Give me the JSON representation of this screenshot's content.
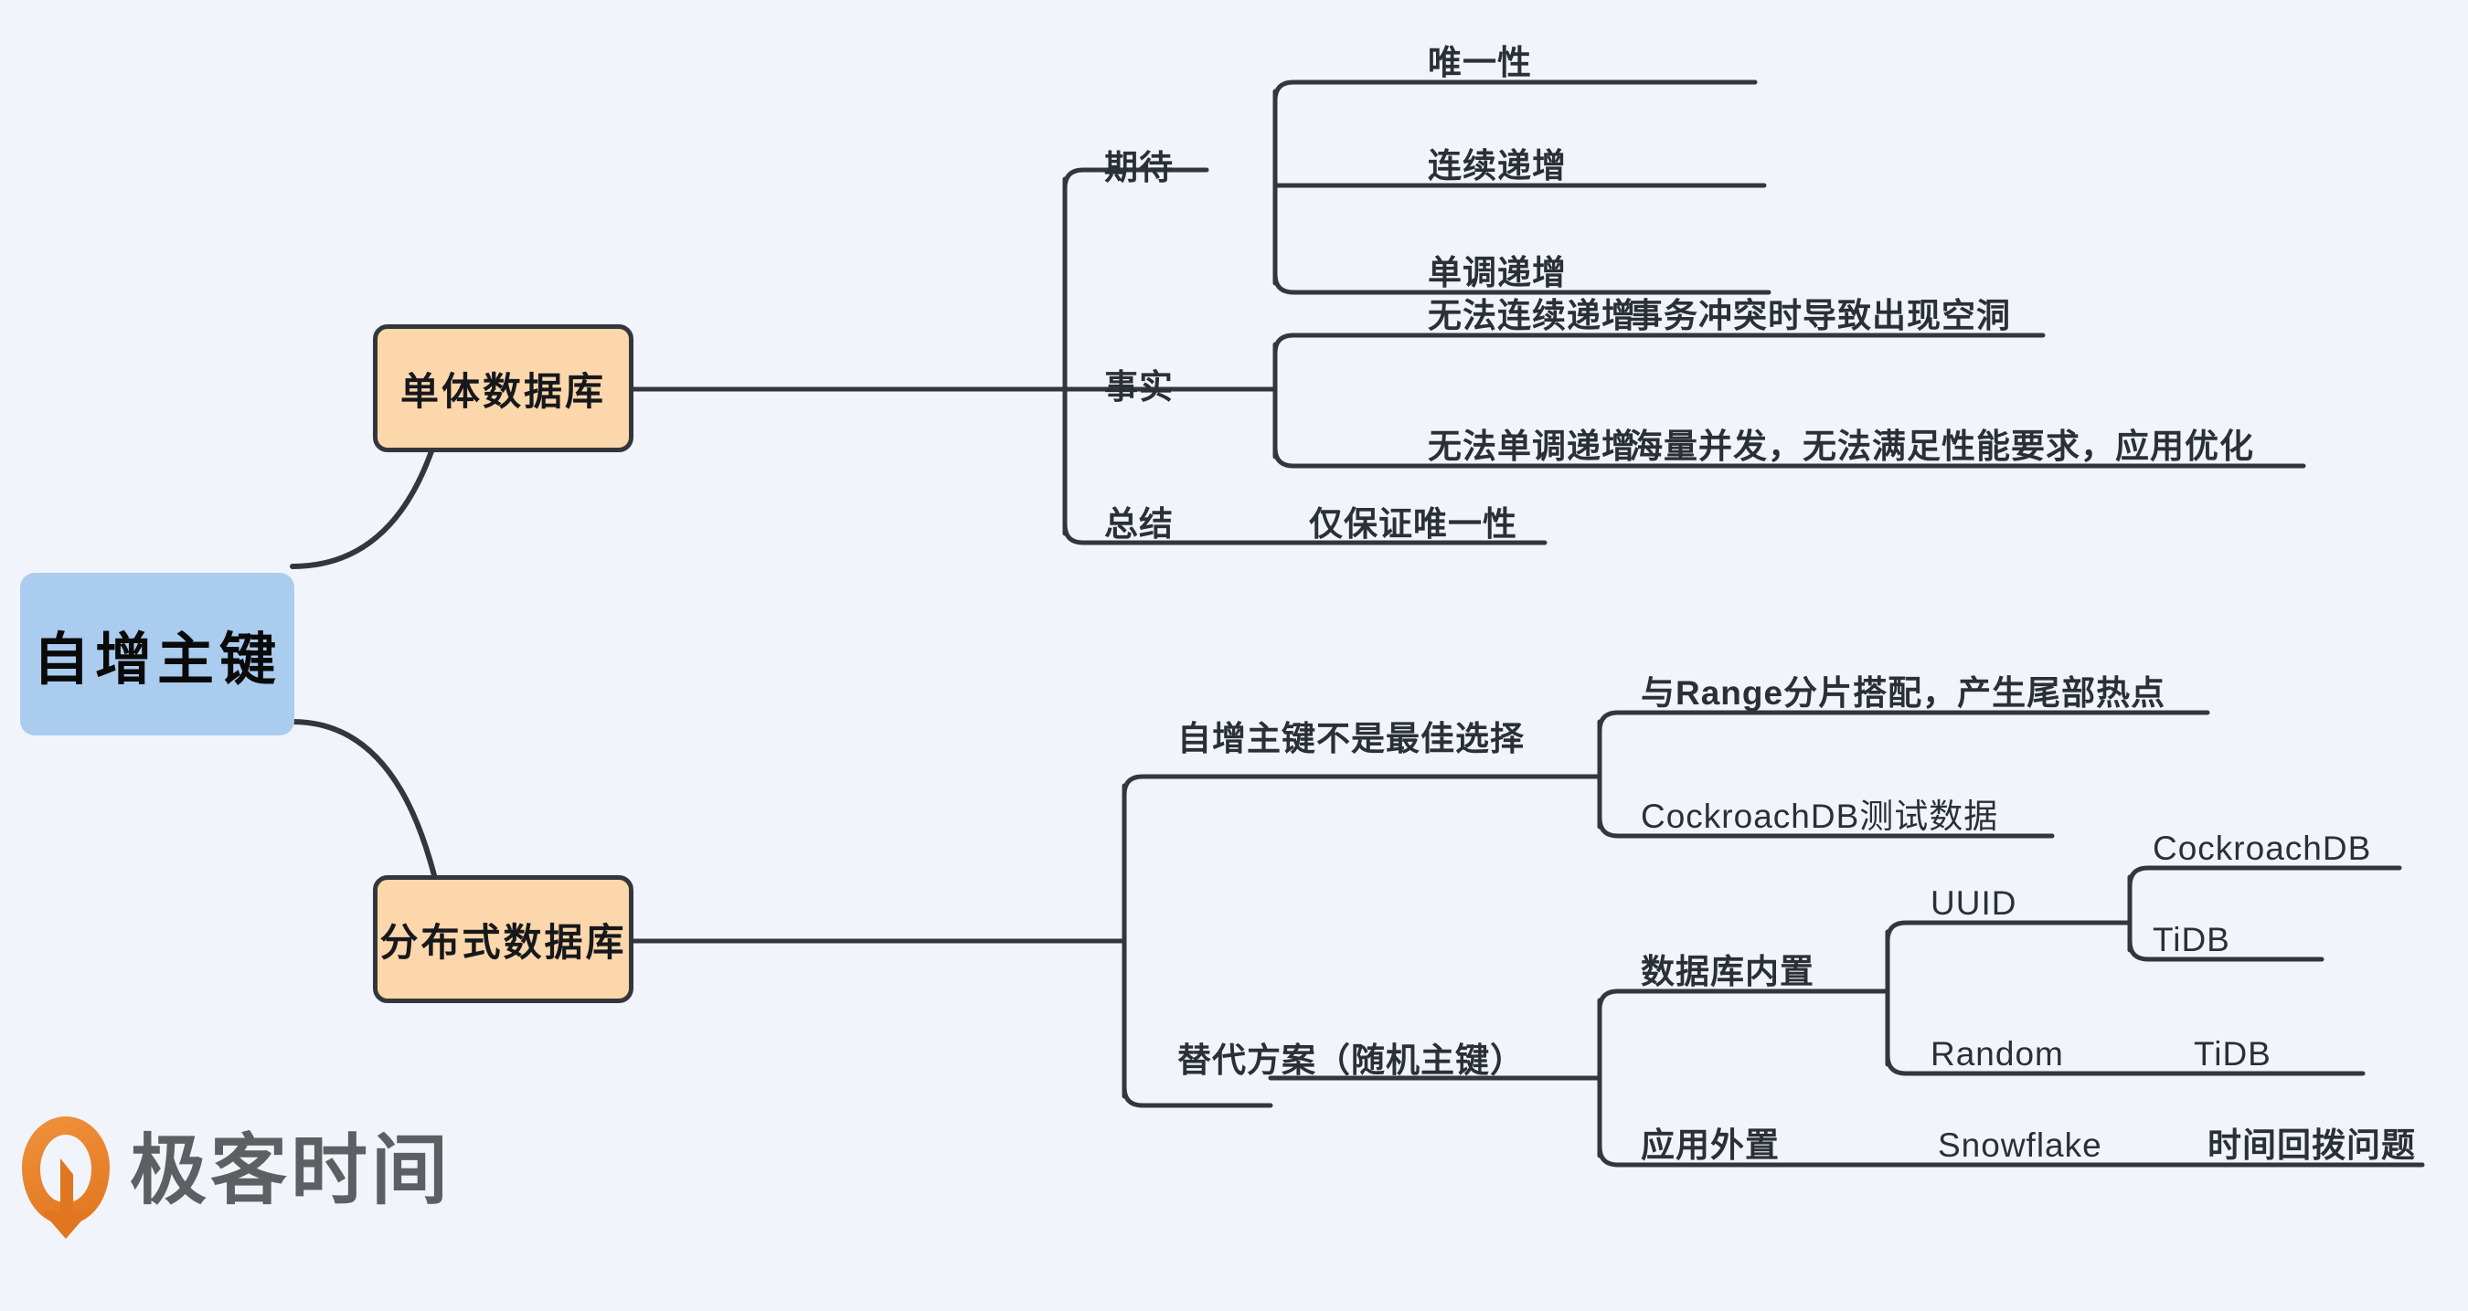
{
  "canvas": {
    "background": "#f1f5fb",
    "line_color": "#33373d",
    "text_color": "#2b2f36"
  },
  "root": {
    "label": "自增主键",
    "fill": "#aaccee"
  },
  "branches": [
    {
      "label": "单体数据库",
      "fill": "#fcd7ab",
      "border": "#33373d",
      "children": [
        {
          "label": "期待",
          "children": [
            {
              "label": "唯一性",
              "children": []
            },
            {
              "label": "连续递增",
              "children": []
            },
            {
              "label": "单调递增",
              "children": []
            }
          ]
        },
        {
          "label": "事实",
          "children": [
            {
              "label": "无法连续递增",
              "children": [
                {
                  "label": "事务冲突时导致出现空洞"
                }
              ]
            },
            {
              "label": "无法单调递增",
              "children": [
                {
                  "label": "海量并发，无法满足性能要求，应用优化"
                }
              ]
            }
          ]
        },
        {
          "label": "总结",
          "children": [
            {
              "label": "仅保证唯一性",
              "children": []
            }
          ]
        }
      ]
    },
    {
      "label": "分布式数据库",
      "fill": "#fcd7ab",
      "border": "#33373d",
      "children": [
        {
          "label": "自增主键不是最佳选择",
          "children": [
            {
              "label": "与Range分片搭配，产生尾部热点",
              "children": []
            },
            {
              "label": "CockroachDB测试数据",
              "children": []
            }
          ]
        },
        {
          "label": "替代方案（随机主键）",
          "children": [
            {
              "label": "数据库内置",
              "children": [
                {
                  "label": "UUID",
                  "children": [
                    {
                      "label": "CockroachDB"
                    },
                    {
                      "label": "TiDB"
                    }
                  ]
                },
                {
                  "label": "Random",
                  "children": [
                    {
                      "label": "TiDB"
                    }
                  ]
                }
              ]
            },
            {
              "label": "应用外置",
              "children": [
                {
                  "label": "Snowflake",
                  "children": [
                    {
                      "label": "时间回拨问题"
                    }
                  ]
                }
              ]
            }
          ]
        }
      ]
    }
  ],
  "watermark": {
    "name": "极客时间",
    "mark_color": "#e2751f",
    "text_color": "#5d5f63"
  }
}
